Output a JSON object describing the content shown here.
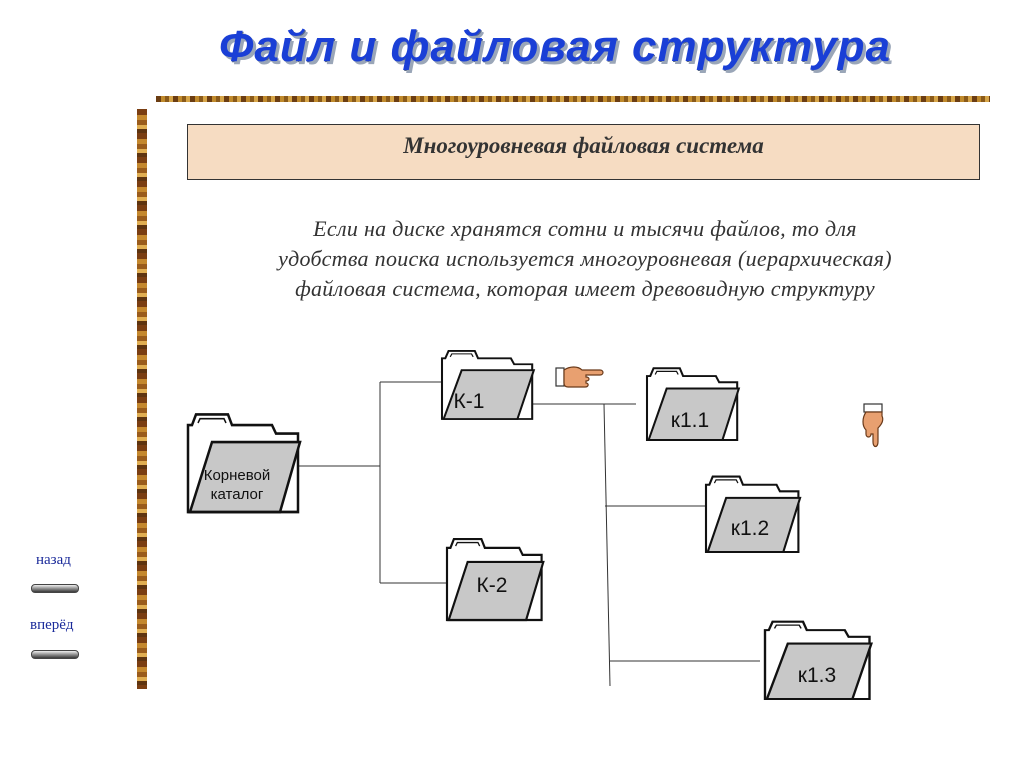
{
  "title": "Файл и файловая структура",
  "subtitle": "Многоуровневая файловая система",
  "paragraph": {
    "line1": "Если на диске хранятся сотни и тысячи файлов, то для",
    "line2": "удобства поиска используется многоуровневая (иерархическая)",
    "line3": "файловая система, которая имеет древовидную структуру"
  },
  "nav": {
    "back": "назад",
    "forward": "вперёд"
  },
  "folders": {
    "root_line1": "Корневой",
    "root_line2": "каталог",
    "k1": "К-1",
    "k2": "К-2",
    "k11": "к1.1",
    "k12": "к1.2",
    "k13": "к1.3"
  },
  "colors": {
    "title": "#1a3fd6",
    "subtitle_bg": "#f6dcc2",
    "folder_front": "#c8c8c8",
    "border_accent": "#8a5a1a"
  },
  "icons": [
    "pointing-hand-right-icon",
    "pointing-hand-down-icon",
    "folder-icon"
  ]
}
